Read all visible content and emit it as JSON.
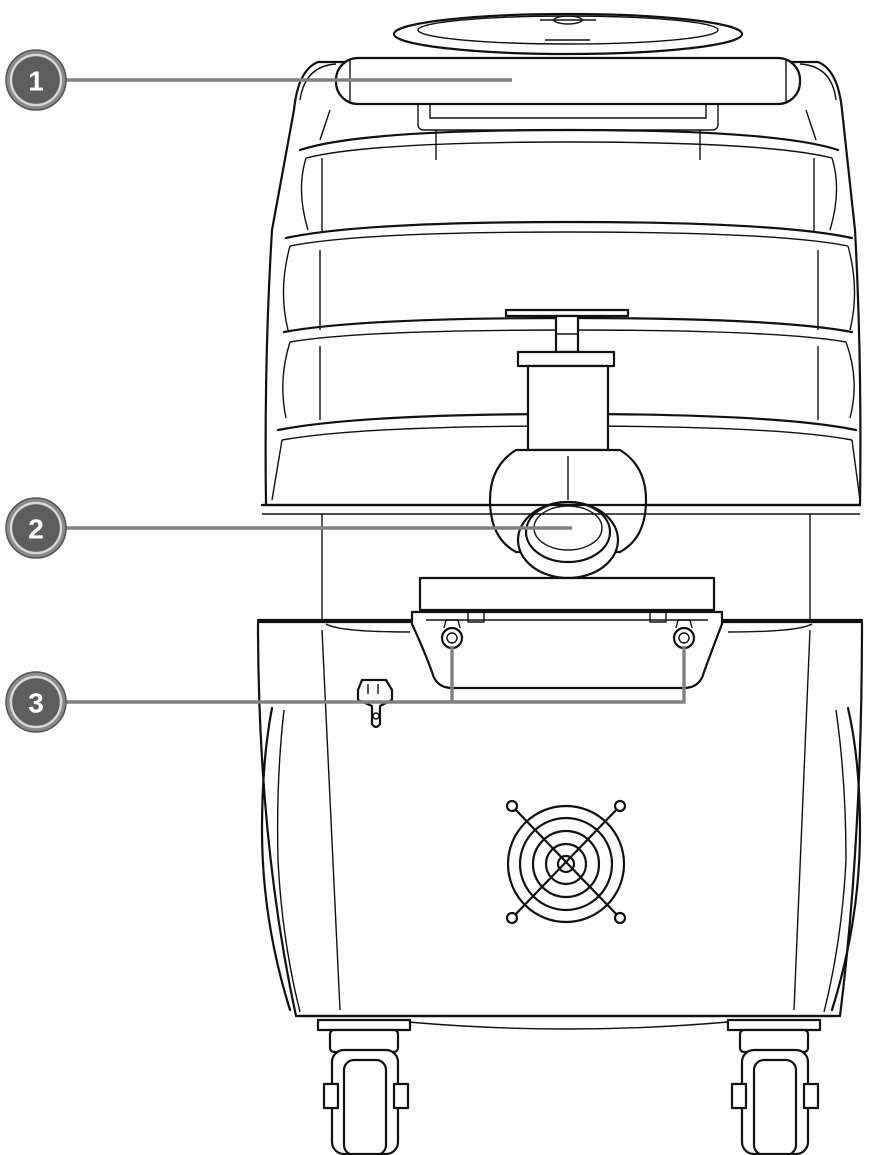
{
  "callouts": [
    {
      "id": "1",
      "label": "1",
      "part": "handle"
    },
    {
      "id": "2",
      "label": "2",
      "part": "hose-inlet"
    },
    {
      "id": "3",
      "label": "3",
      "part": "drain-valves"
    }
  ],
  "colors": {
    "line_art": "#111111",
    "leader_line": "#808080",
    "badge_fill": "#5e5e5e",
    "badge_ring": "#d9d9d9",
    "background": "#ffffff"
  }
}
